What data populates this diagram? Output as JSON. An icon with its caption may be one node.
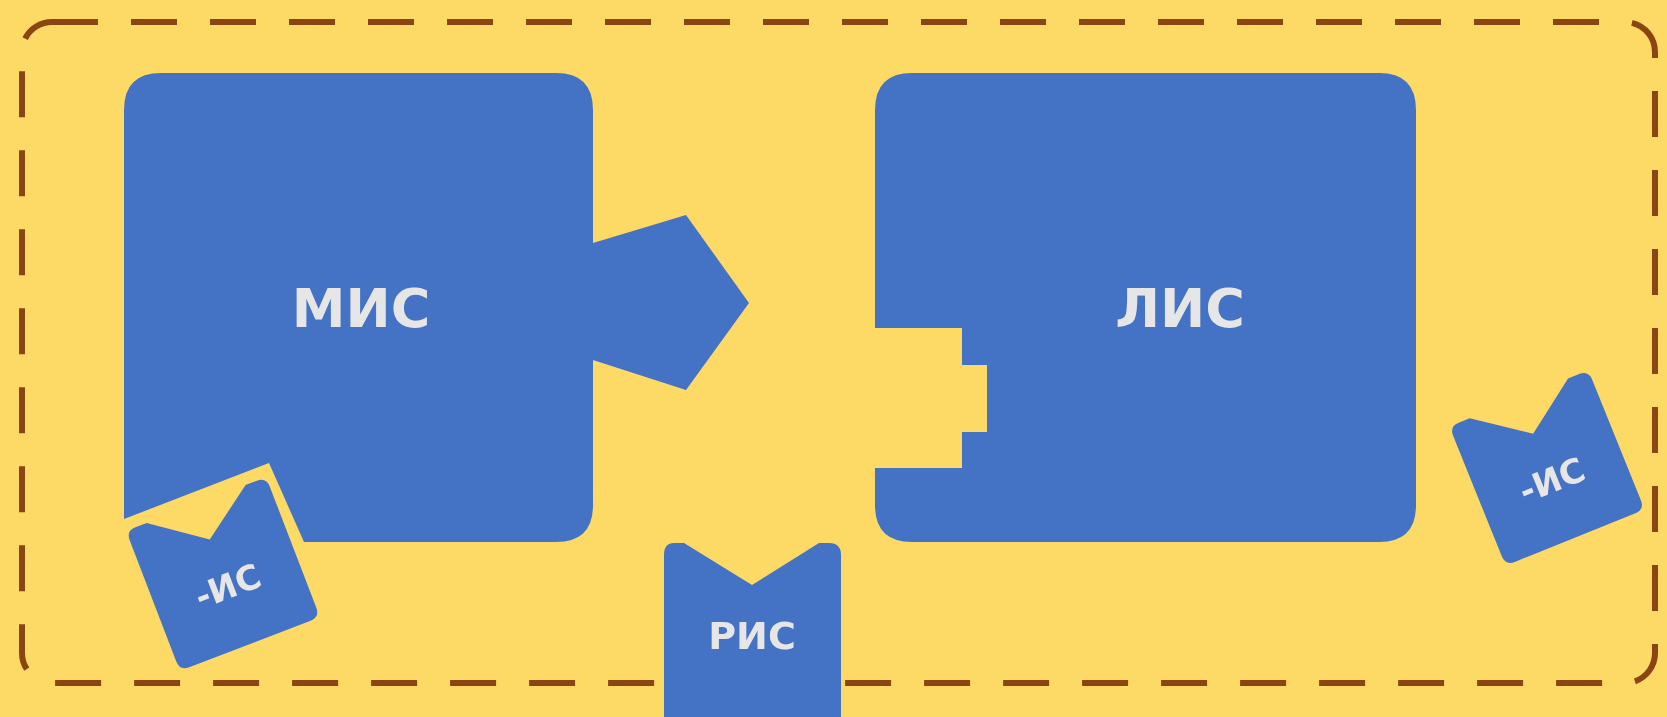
{
  "diagram": {
    "nodes": [
      {
        "text": [],
        "shape": "box"
      },
      {
        "text": [
          "МИС"
        ],
        "in": 0
      },
      {
        "text": [
          "ЛИС"
        ],
        "in": 0
      },
      {
        "text": [
          "-ИС"
        ],
        "in": 0
      },
      {
        "text": [
          "-ИС"
        ],
        "in": 0
      },
      {
        "text": [
          "РИС"
        ],
        "in": 0
      }
    ]
  }
}
